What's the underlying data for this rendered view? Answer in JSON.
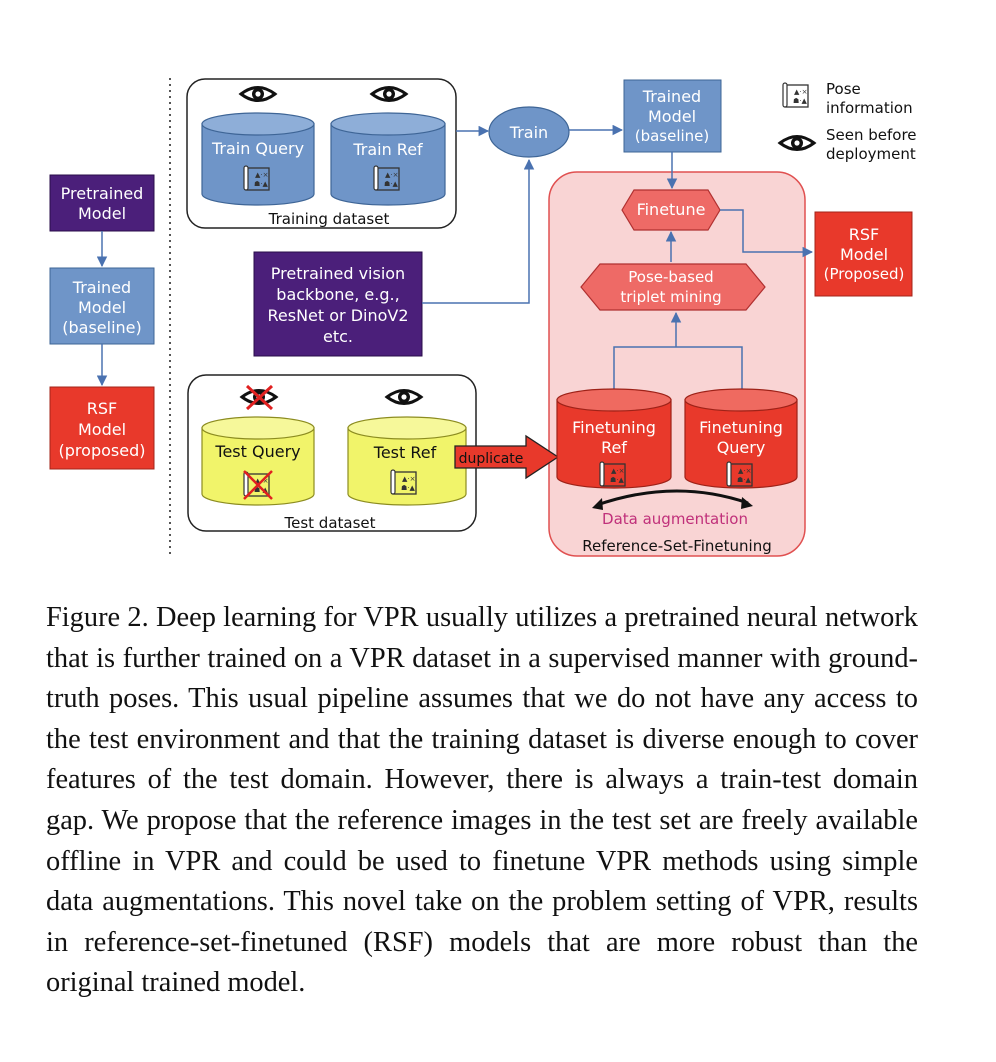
{
  "legend": {
    "pose_label_1": "Pose",
    "pose_label_2": "information",
    "seen_label_1": "Seen before",
    "seen_label_2": "deployment"
  },
  "left_column": {
    "pretrained_1": "Pretrained",
    "pretrained_2": "Model",
    "trained_1": "Trained",
    "trained_2": "Model",
    "trained_3": "(baseline)",
    "rsf_1": "RSF",
    "rsf_2": "Model",
    "rsf_3": "(proposed)"
  },
  "training_dataset": {
    "title": "Training dataset",
    "train_query": "Train Query",
    "train_ref": "Train Ref"
  },
  "train_node": "Train",
  "trained_top": {
    "line1": "Trained",
    "line2": "Model",
    "line3": "(baseline)"
  },
  "backbone": {
    "line1": "Pretrained vision",
    "line2": "backbone, e.g.,",
    "line3": "ResNet or DinoV2",
    "line4": "etc."
  },
  "test_dataset": {
    "title": "Test dataset",
    "test_query": "Test Query",
    "test_ref": "Test Ref"
  },
  "duplicate": "duplicate",
  "rsf_group": {
    "title": "Reference-Set-Finetuning",
    "finetune": "Finetune",
    "mining_1": "Pose-based",
    "mining_2": "triplet mining",
    "ft_ref_1": "Finetuning",
    "ft_ref_2": "Ref",
    "ft_query_1": "Finetuning",
    "ft_query_2": "Query",
    "augmentation": "Data augmentation"
  },
  "rsf_right": {
    "line1": "RSF",
    "line2": "Model",
    "line3": "(Proposed)"
  },
  "caption": "Figure 2. Deep learning for VPR usually utilizes a pretrained neural network that is further trained on a VPR dataset in a supervised manner with ground-truth poses. This usual pipeline assumes that we do not have any access to the test environment and that the training dataset is diverse enough to cover features of the test domain. However, there is always a train-test domain gap. We propose that the reference images in the test set are freely available offline in VPR and could be used to finetune VPR methods using simple data augmentations. This novel take on the problem setting of VPR, results in reference-set-finetuned (RSF) models that are more robust than the original trained model.",
  "colors": {
    "blue_box": "#6f95c8",
    "purple_box": "#4b1f7a",
    "red_box": "#e8392b",
    "yellow_cyl": "#f1f46a",
    "rsf_bg": "#f9d4d4",
    "arrow_blue": "#4a72b0"
  },
  "icons": [
    "eye-icon",
    "pose-map-icon",
    "eye-crossed-icon",
    "pose-map-crossed-icon"
  ]
}
